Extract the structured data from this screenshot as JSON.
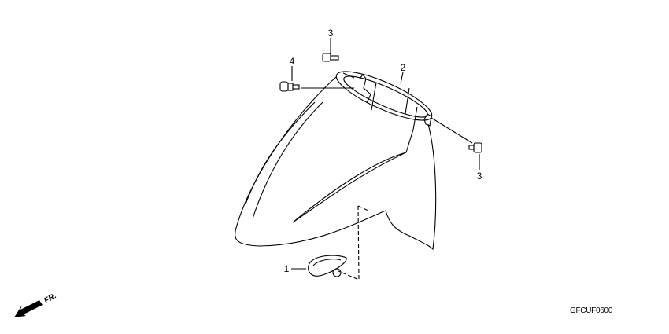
{
  "diagram": {
    "parts": [
      {
        "callout": "1"
      },
      {
        "callout": "2"
      },
      {
        "callout": "3"
      },
      {
        "callout": "3"
      },
      {
        "callout": "4"
      }
    ],
    "direction_marker": "FR.",
    "drawing_code": "GFCUF0600"
  },
  "colors": {
    "line": "#000000",
    "background": "#ffffff"
  }
}
